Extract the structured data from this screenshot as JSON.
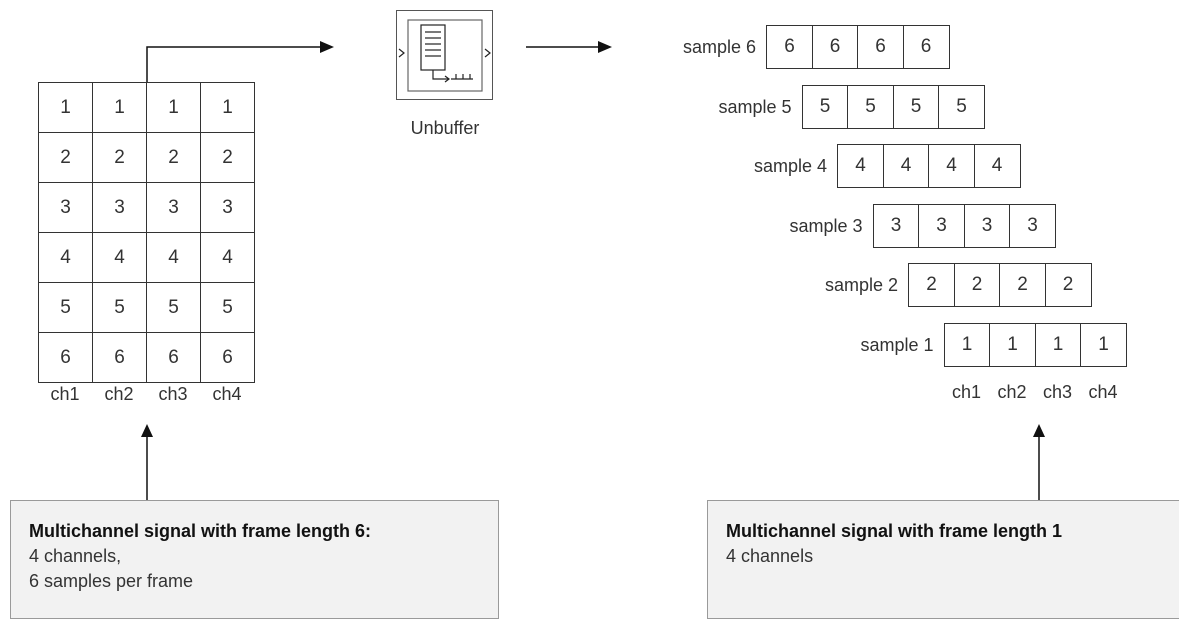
{
  "input": {
    "matrix": [
      [
        "1",
        "1",
        "1",
        "1"
      ],
      [
        "2",
        "2",
        "2",
        "2"
      ],
      [
        "3",
        "3",
        "3",
        "3"
      ],
      [
        "4",
        "4",
        "4",
        "4"
      ],
      [
        "5",
        "5",
        "5",
        "5"
      ],
      [
        "6",
        "6",
        "6",
        "6"
      ]
    ],
    "channels": [
      "ch1",
      "ch2",
      "ch3",
      "ch4"
    ],
    "caption": {
      "title": "Multichannel signal with frame length 6:",
      "line1": "4 channels,",
      "line2": "6 samples per frame"
    }
  },
  "block": {
    "label": "Unbuffer",
    "icon": "unbuffer-block-icon"
  },
  "output": {
    "samples": [
      {
        "label": "sample 6",
        "values": [
          "6",
          "6",
          "6",
          "6"
        ]
      },
      {
        "label": "sample 5",
        "values": [
          "5",
          "5",
          "5",
          "5"
        ]
      },
      {
        "label": "sample 4",
        "values": [
          "4",
          "4",
          "4",
          "4"
        ]
      },
      {
        "label": "sample 3",
        "values": [
          "3",
          "3",
          "3",
          "3"
        ]
      },
      {
        "label": "sample 2",
        "values": [
          "2",
          "2",
          "2",
          "2"
        ]
      },
      {
        "label": "sample 1",
        "values": [
          "1",
          "1",
          "1",
          "1"
        ]
      }
    ],
    "channels": [
      "ch1",
      "ch2",
      "ch3",
      "ch4"
    ],
    "caption": {
      "title": "Multichannel signal with frame length 1",
      "line1": "4 channels"
    }
  },
  "colors": {
    "line": "#111111",
    "cell_border": "#333333",
    "caption_bg": "#f2f2f2"
  }
}
